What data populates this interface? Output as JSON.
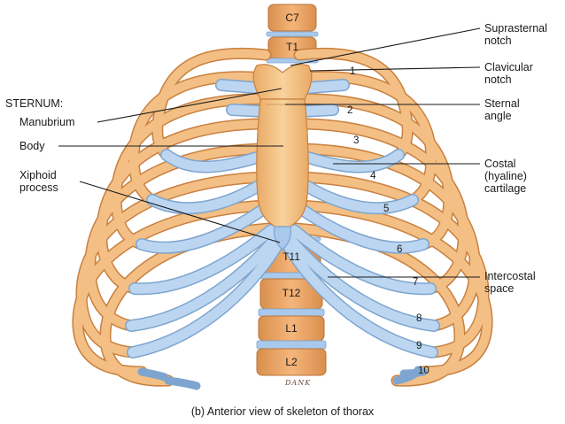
{
  "labels": {
    "sternum_heading": "STERNUM:",
    "manubrium": "Manubrium",
    "body": "Body",
    "xiphoid": "Xiphoid\nprocess",
    "suprasternal": "Suprasternal\nnotch",
    "clavicular": "Clavicular\nnotch",
    "sternal_angle": "Sternal\nangle",
    "costal": "Costal\n(hyaline)\ncartilage",
    "intercostal": "Intercostal\nspace"
  },
  "vertebrae": [
    "C7",
    "T1",
    "T11",
    "T12",
    "L1",
    "L2"
  ],
  "rib_numbers": [
    "1",
    "2",
    "3",
    "4",
    "5",
    "6",
    "7",
    "8",
    "9",
    "10"
  ],
  "signature": "DANK",
  "caption": "(b) Anterior view of skeleton of thorax",
  "colors": {
    "bone": "#f2b87c",
    "bone_edge": "#c9803f",
    "cartilage": "#b8d3ef",
    "cartilage_edge": "#7ea5cf",
    "sternum": "#f5c687",
    "leader_line": "#1a1a1a"
  }
}
